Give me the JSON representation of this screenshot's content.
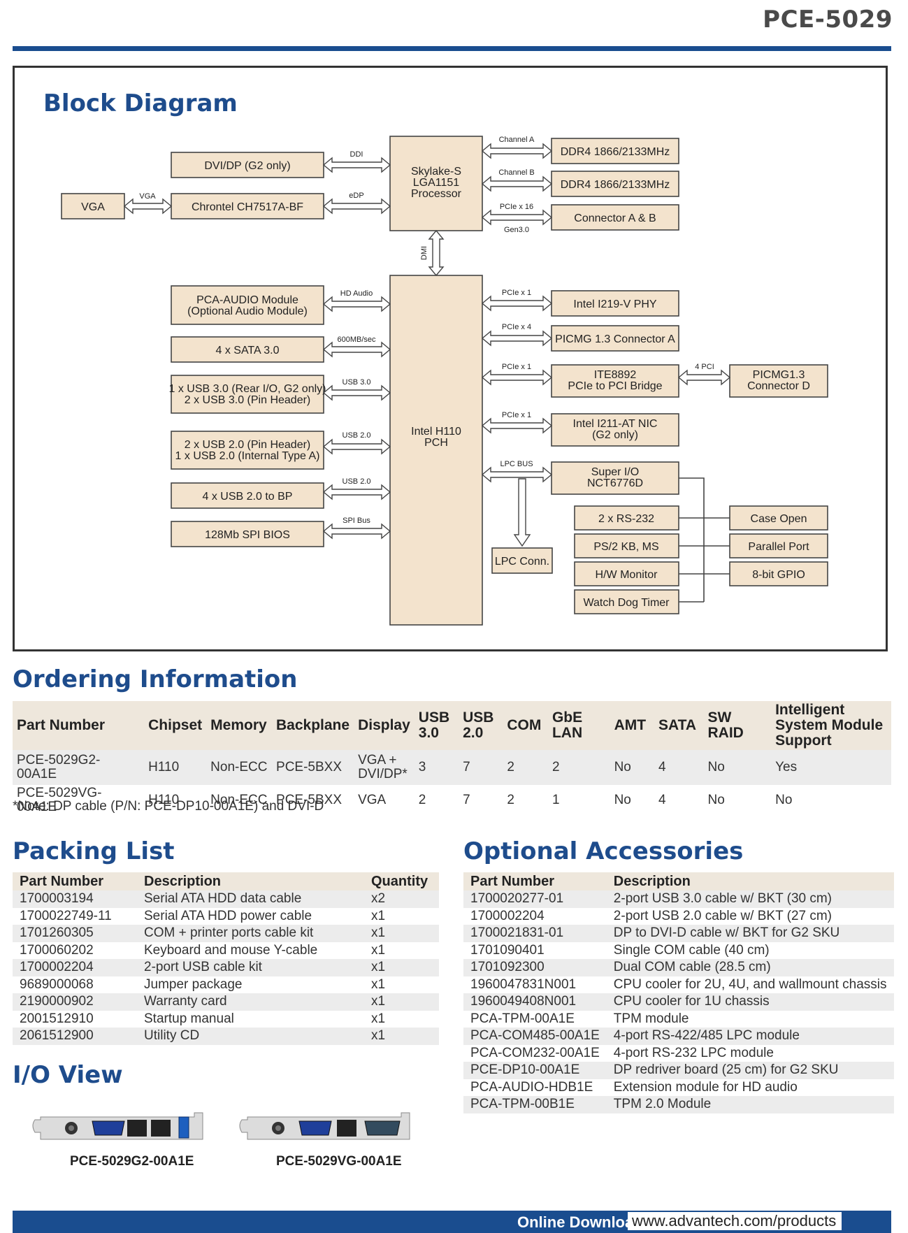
{
  "header": {
    "model": "PCE-5029",
    "accent_color": "#1a4d8f"
  },
  "block_diagram": {
    "title": "Block Diagram",
    "blocks": {
      "vga": "VGA",
      "dvi": "DVI/DP (G2 only)",
      "chrontel": "Chrontel CH7517A-BF",
      "cpu": [
        "Skylake-S",
        "LGA1151",
        "Processor"
      ],
      "ddr_a": "DDR4 1866/2133MHz",
      "ddr_b": "DDR4 1866/2133MHz",
      "conn_ab": "Connector A & B",
      "audio": [
        "PCA-AUDIO Module",
        "(Optional Audio Module)"
      ],
      "sata": "4 x SATA 3.0",
      "usb3": [
        "1 x USB 3.0 (Rear I/O, G2 only)",
        "2 x USB 3.0 (Pin Header)"
      ],
      "usb2": [
        "2 x USB 2.0 (Pin Header)",
        "1 x USB 2.0 (Internal Type A)"
      ],
      "usb2bp": "4 x USB 2.0 to BP",
      "spi": "128Mb SPI BIOS",
      "pch": [
        "Intel H110",
        "PCH"
      ],
      "phy": "Intel I219-V PHY",
      "picmg_a": "PICMG 1.3 Connector A",
      "ite": [
        "ITE8892",
        "PCIe to PCI Bridge"
      ],
      "picmg_d": [
        "PICMG1.3",
        "Connector D"
      ],
      "nic": [
        "Intel I211-AT NIC",
        "(G2 only)"
      ],
      "superio": [
        "Super I/O",
        "NCT6776D"
      ],
      "lpc_conn": "LPC Conn.",
      "rs232": "2 x RS-232",
      "ps2": "PS/2 KB, MS",
      "hwmon": "H/W Monitor",
      "wdt": "Watch Dog Timer",
      "case_open": "Case Open",
      "parallel": "Parallel Port",
      "gpio": "8-bit GPIO"
    },
    "links": {
      "vga": "VGA",
      "ddi": "DDI",
      "edp": "eDP",
      "ch_a": "Channel A",
      "ch_b": "Channel B",
      "pcie16": "PCIe x 16",
      "gen3": "Gen3.0",
      "dmi": "DMI",
      "hd_audio": "HD Audio",
      "sata_speed": "600MB/sec",
      "usb30": "USB 3.0",
      "usb20a": "USB 2.0",
      "usb20b": "USB 2.0",
      "spi_bus": "SPI Bus",
      "pcie1a": "PCIe x 1",
      "pcie4": "PCIe x 4",
      "pcie1b": "PCIe x 1",
      "pcie1c": "PCIe x 1",
      "lpc_bus": "LPC BUS",
      "pci4": "4 PCI"
    }
  },
  "ordering": {
    "title": "Ordering Information",
    "headers": [
      "Part Number",
      "Chipset",
      "Memory",
      "Backplane",
      "Display",
      "USB 3.0",
      "USB 2.0",
      "COM",
      "GbE LAN",
      "AMT",
      "SATA",
      "SW RAID",
      "Intelligent System Module Support"
    ],
    "rows": [
      [
        "PCE-5029G2-00A1E",
        "H110",
        "Non-ECC",
        "PCE-5BXX",
        "VGA + DVI/DP*",
        "3",
        "7",
        "2",
        "2",
        "No",
        "4",
        "No",
        "Yes"
      ],
      [
        "PCE-5029VG-00A1E",
        "H110",
        "Non-ECC",
        "PCE-5BXX",
        "VGA",
        "2",
        "7",
        "2",
        "1",
        "No",
        "4",
        "No",
        "No"
      ]
    ],
    "note": "*Note: DP cable (P/N: PCE-DP10-00A1E) and DVI-D"
  },
  "packing": {
    "title": "Packing List",
    "headers": [
      "Part Number",
      "Description",
      "Quantity"
    ],
    "rows": [
      [
        "1700003194",
        "Serial ATA HDD data cable",
        "x2"
      ],
      [
        "1700022749-11",
        "Serial ATA HDD power cable",
        "x1"
      ],
      [
        "1701260305",
        "COM + printer ports cable kit",
        "x1"
      ],
      [
        "1700060202",
        "Keyboard and mouse Y-cable",
        "x1"
      ],
      [
        "1700002204",
        "2-port USB cable kit",
        "x1"
      ],
      [
        "9689000068",
        "Jumper package",
        "x1"
      ],
      [
        "2190000902",
        "Warranty card",
        "x1"
      ],
      [
        "2001512910",
        "Startup manual",
        "x1"
      ],
      [
        "2061512900",
        "Utility CD",
        "x1"
      ]
    ]
  },
  "accessories": {
    "title": "Optional Accessories",
    "headers": [
      "Part Number",
      "Description"
    ],
    "rows": [
      [
        "1700020277-01",
        "2-port USB 3.0 cable w/ BKT (30 cm)"
      ],
      [
        "1700002204",
        "2-port USB 2.0 cable w/ BKT (27 cm)"
      ],
      [
        "1700021831-01",
        "DP to DVI-D cable w/ BKT for G2 SKU"
      ],
      [
        "1701090401",
        "Single COM cable (40 cm)"
      ],
      [
        "1701092300",
        "Dual COM cable (28.5 cm)"
      ],
      [
        "1960047831N001",
        "CPU cooler for 2U, 4U, and wallmount chassis"
      ],
      [
        "1960049408N001",
        "CPU cooler for 1U chassis"
      ],
      [
        "PCA-TPM-00A1E",
        "TPM module"
      ],
      [
        "PCA-COM485-00A1E",
        "4-port RS-422/485 LPC module"
      ],
      [
        "PCA-COM232-00A1E",
        "4-port RS-232 LPC module"
      ],
      [
        "PCE-DP10-00A1E",
        "DP redriver board (25 cm) for G2 SKU"
      ],
      [
        "PCA-AUDIO-HDB1E",
        "Extension module for HD audio"
      ],
      [
        "PCA-TPM-00B1E",
        "TPM 2.0 Module"
      ]
    ]
  },
  "io_view": {
    "title": "I/O View",
    "captions": [
      "PCE-5029G2-00A1E",
      "PCE-5029VG-00A1E"
    ]
  },
  "footer": {
    "label": "Online Download",
    "url": "www.advantech.com/products"
  }
}
